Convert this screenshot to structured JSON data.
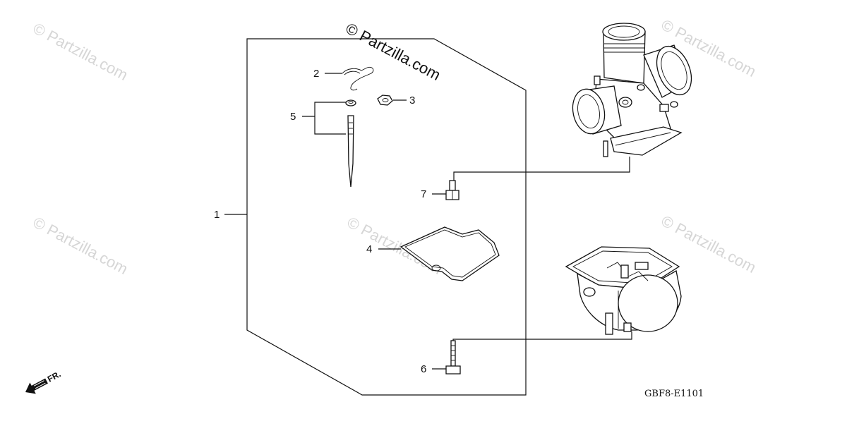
{
  "watermarks": {
    "main": "© Partzilla.com",
    "repeat": "© Partzilla.com"
  },
  "callouts": [
    {
      "id": "1",
      "text": "1"
    },
    {
      "id": "2",
      "text": "2"
    },
    {
      "id": "3",
      "text": "3"
    },
    {
      "id": "4",
      "text": "4"
    },
    {
      "id": "5",
      "text": "5"
    },
    {
      "id": "6",
      "text": "6"
    },
    {
      "id": "7",
      "text": "7"
    }
  ],
  "diagram_code": "GBF8-E1101",
  "direction": {
    "label": "FR.",
    "icon": "front-arrow-icon"
  }
}
